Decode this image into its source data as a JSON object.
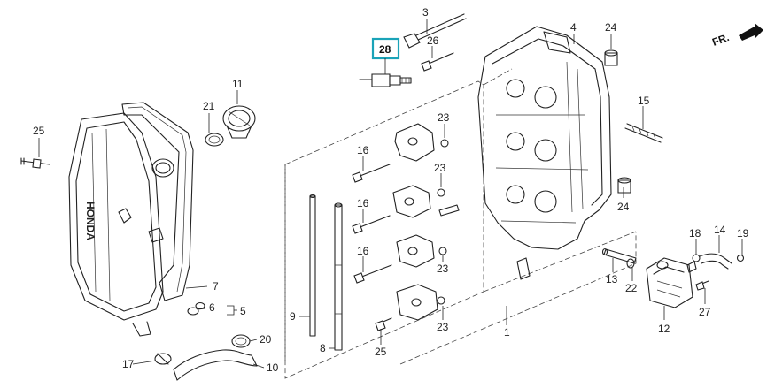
{
  "diagram": {
    "direction_label": "FR.",
    "highlighted_callout": "28",
    "callouts": [
      {
        "id": "c1",
        "text": "1"
      },
      {
        "id": "c3",
        "text": "3"
      },
      {
        "id": "c4",
        "text": "4"
      },
      {
        "id": "c5",
        "text": "5"
      },
      {
        "id": "c6",
        "text": "6"
      },
      {
        "id": "c7",
        "text": "7"
      },
      {
        "id": "c8",
        "text": "8"
      },
      {
        "id": "c9",
        "text": "9"
      },
      {
        "id": "c10",
        "text": "10"
      },
      {
        "id": "c11",
        "text": "11"
      },
      {
        "id": "c12",
        "text": "12"
      },
      {
        "id": "c13",
        "text": "13"
      },
      {
        "id": "c14",
        "text": "14"
      },
      {
        "id": "c15",
        "text": "15"
      },
      {
        "id": "c16a",
        "text": "16"
      },
      {
        "id": "c16b",
        "text": "16"
      },
      {
        "id": "c16c",
        "text": "16"
      },
      {
        "id": "c17",
        "text": "17"
      },
      {
        "id": "c18",
        "text": "18"
      },
      {
        "id": "c19",
        "text": "19"
      },
      {
        "id": "c20",
        "text": "20"
      },
      {
        "id": "c21",
        "text": "21"
      },
      {
        "id": "c22",
        "text": "22"
      },
      {
        "id": "c23a",
        "text": "23"
      },
      {
        "id": "c23b",
        "text": "23"
      },
      {
        "id": "c23c",
        "text": "23"
      },
      {
        "id": "c23d",
        "text": "23"
      },
      {
        "id": "c24a",
        "text": "24"
      },
      {
        "id": "c24b",
        "text": "24"
      },
      {
        "id": "c25a",
        "text": "25"
      },
      {
        "id": "c25b",
        "text": "25"
      },
      {
        "id": "c26",
        "text": "26"
      },
      {
        "id": "c27",
        "text": "27"
      }
    ],
    "cover_logo": "HONDA",
    "colors": {
      "highlight": "#1aa3b8",
      "line": "#222222"
    }
  }
}
